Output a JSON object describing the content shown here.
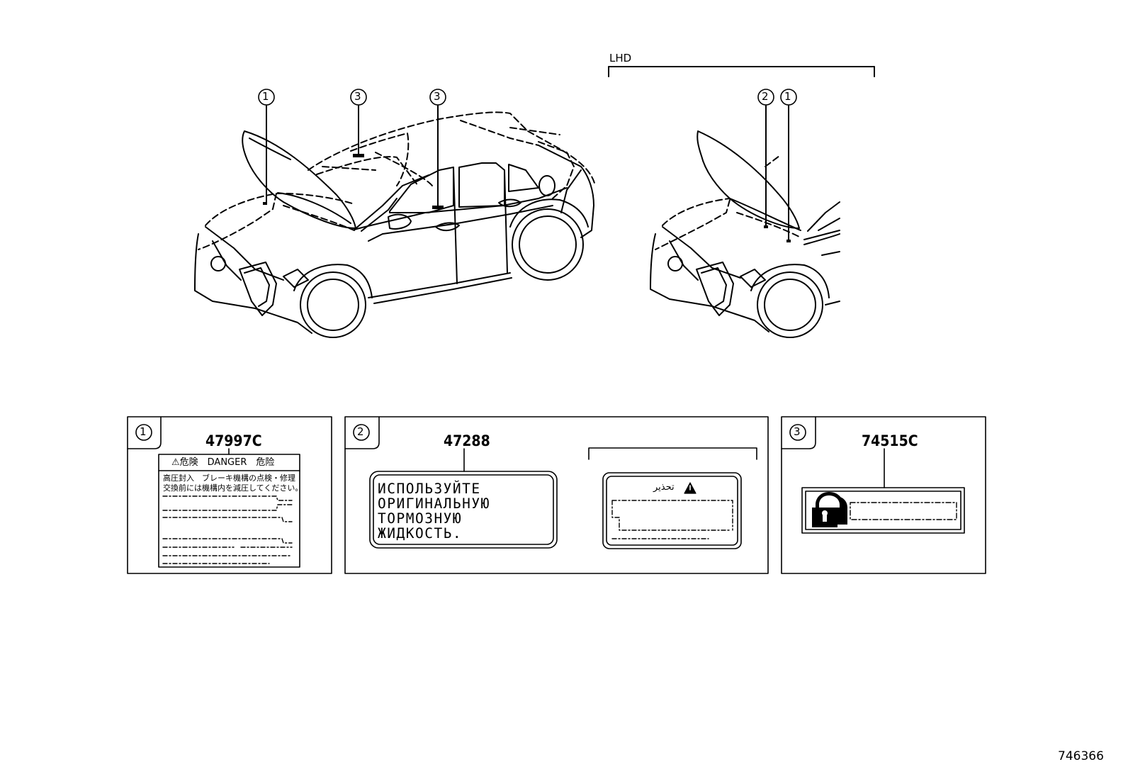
{
  "lhd_label": "LHD",
  "callouts": {
    "c1": "1",
    "c2": "2",
    "c3": "3"
  },
  "panels": [
    {
      "callout": "1",
      "part_number": "47997C",
      "label": {
        "header": "⚠危険　DANGER　危险",
        "line1": "高圧封入　ブレーキ機構の点検・修理",
        "line2": "交換前には機構内を減圧してください。"
      }
    },
    {
      "callout": "2",
      "part_number": "47288",
      "label": {
        "lines": [
          "ИСПОЛЬЗУЙТЕ",
          "ОРИГИНАЛЬНУЮ",
          "ТОРМОЗНУЮ",
          "ЖИДКОСТЬ."
        ],
        "alt_header": "تحذير"
      }
    },
    {
      "callout": "3",
      "part_number": "74515C",
      "label": {
        "icon": "child-lock-icon"
      }
    }
  ],
  "diagram_id": "746366"
}
